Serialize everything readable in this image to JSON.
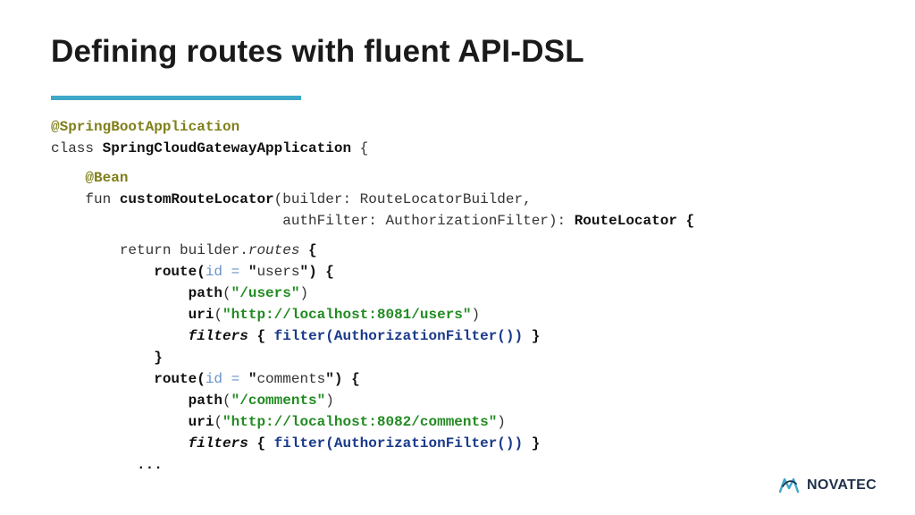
{
  "slide": {
    "title": "Defining routes with fluent API-DSL",
    "brand": "NOVATEC"
  },
  "colors": {
    "accent_rule": "#3fa8c8",
    "annotation": "#7f7f1a",
    "param_name": "#6a93c7",
    "string_literal": "#228b22",
    "call_blue": "#1a3a8a",
    "logo_blue": "#1f3149",
    "logo_teal": "#3fa8c8"
  },
  "code": {
    "l1_annotation": "@SpringBootApplication",
    "l2_kw": "class ",
    "l2_name": "SpringCloudGatewayApplication",
    "l2_brace": " {",
    "l3_annotation": "@Bean",
    "l4_kw": "fun ",
    "l4_name": "customRouteLocator",
    "l4_params": "(builder: RouteLocatorBuilder,",
    "l5_params": "authFilter: AuthorizationFilter): ",
    "l5_type": "RouteLocator {",
    "l6_ret": "return builder.",
    "l6_routes": "routes",
    "l6_brace": " {",
    "r1_route": "route(",
    "r1_param": "id = ",
    "r1_q1": "\"",
    "r1_id": "users",
    "r1_q2": "\"",
    "r1_close": ") {",
    "r1_path_fn": "path",
    "r1_path_open": "(",
    "r1_path_val": "\"/users\"",
    "r1_path_close": ")",
    "r1_uri_fn": "uri",
    "r1_uri_open": "(",
    "r1_uri_val": "\"http://localhost:8081/users\"",
    "r1_uri_close": ")",
    "r1_filters": "filters",
    "r1_open": " { ",
    "r1_filter_call": "filter(AuthorizationFilter())",
    "r1_end": " }",
    "r1_close_brace": "}",
    "r2_route": "route(",
    "r2_param": "id = ",
    "r2_q1": "\"",
    "r2_id": "comments",
    "r2_q2": "\"",
    "r2_close": ") {",
    "r2_path_fn": "path",
    "r2_path_open": "(",
    "r2_path_val": "\"/comments\"",
    "r2_path_close": ")",
    "r2_uri_fn": "uri",
    "r2_uri_open": "(",
    "r2_uri_val": "\"http://localhost:8082/comments\"",
    "r2_uri_close": ")",
    "r2_filters": "filters",
    "r2_open": " { ",
    "r2_filter_call": "filter(AuthorizationFilter())",
    "r2_end": " }",
    "ellipsis": "..."
  }
}
